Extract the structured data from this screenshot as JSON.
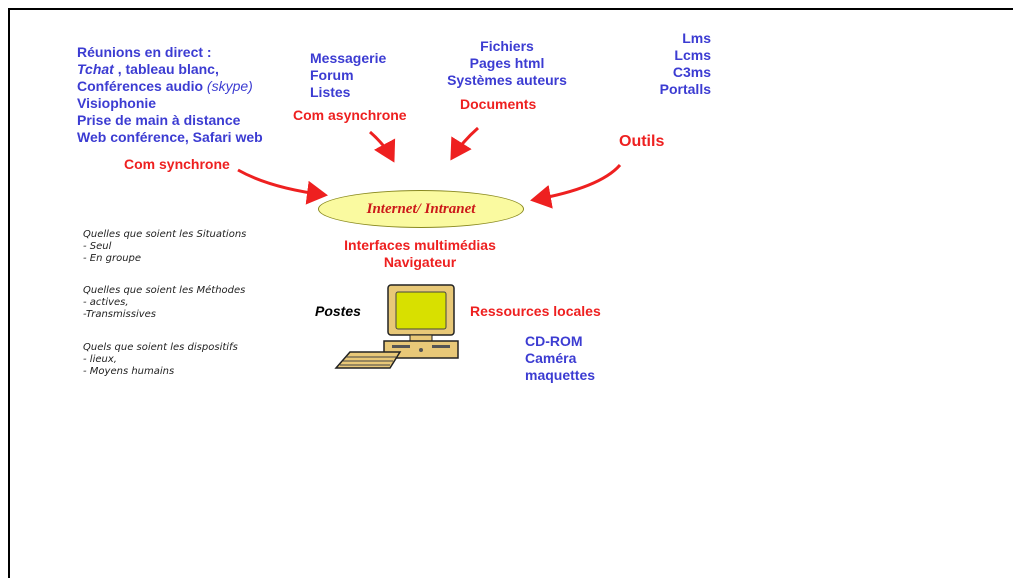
{
  "synchrone": {
    "lines": [
      {
        "a": "Réunions en direct :",
        "b": "",
        "c": ""
      },
      {
        "a": "Tchat",
        "b": " , tableau blanc,",
        "c": ""
      },
      {
        "a": "Conférences audio ",
        "b": "(skype)",
        "c": ""
      },
      {
        "a": "Visiophonie",
        "b": "",
        "c": ""
      },
      {
        "a": "Prise de main à distance",
        "b": "",
        "c": ""
      },
      {
        "a": "Web conférence, Safari web",
        "b": "",
        "c": ""
      }
    ],
    "label": "Com synchrone"
  },
  "asynchrone": {
    "items": [
      "Messagerie",
      "Forum",
      "Listes"
    ],
    "label": "Com asynchrone"
  },
  "documents": {
    "items": [
      "Fichiers",
      "Pages html",
      "Systèmes auteurs"
    ],
    "label": "Documents"
  },
  "outils": {
    "items": [
      "Lms",
      "Lcms",
      "C3ms",
      "Portalls"
    ],
    "label": "Outils"
  },
  "center": {
    "ellipse": "Internet/ Intranet",
    "interfaces": "Interfaces multimédias",
    "navigateur": "Navigateur"
  },
  "postes": {
    "label": "Postes",
    "ressources": "Ressources  locales",
    "items": [
      "CD-ROM",
      "Caméra",
      "maquettes"
    ]
  },
  "notes": [
    {
      "title": "Quelles que soient les Situations",
      "items": [
        "- Seul",
        "- En groupe"
      ]
    },
    {
      "title": "Quelles que soient les Méthodes",
      "items": [
        "- actives,",
        "-Transmissives"
      ]
    },
    {
      "title": "Quels que soient les dispositifs",
      "items": [
        "- lieux,",
        "- Moyens humains"
      ]
    }
  ],
  "colors": {
    "blue": "#3c3cd2",
    "red": "#ee2020",
    "ellipse_fill": "#fafaa0",
    "monitor_screen": "#d8e000"
  },
  "icons": [
    "computer-icon",
    "arrow-icon"
  ]
}
